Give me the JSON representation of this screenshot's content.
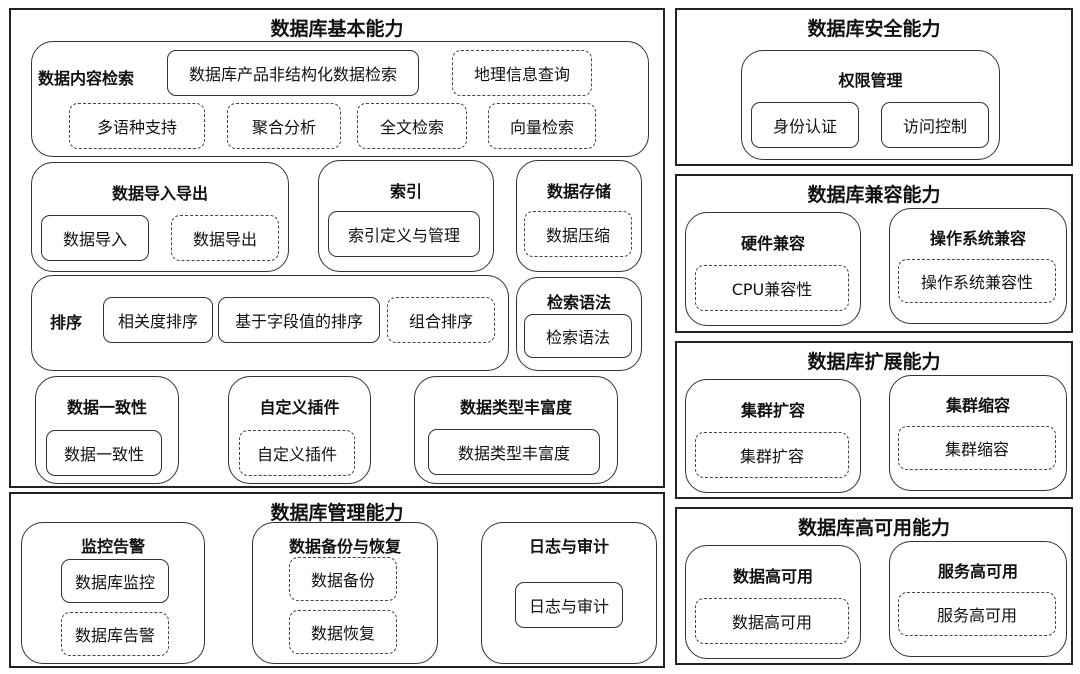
{
  "panels": {
    "basic": {
      "title": "数据库基本能力",
      "content_search": {
        "label": "数据内容检索",
        "unstructured": "数据库产品非结构化数据检索",
        "geo": "地理信息查询",
        "multilang": "多语种支持",
        "aggregation": "聚合分析",
        "fulltext": "全文检索",
        "vector": "向量检索"
      },
      "import_export": {
        "label": "数据导入导出",
        "import": "数据导入",
        "export": "数据导出"
      },
      "index": {
        "label": "索引",
        "item": "索引定义与管理"
      },
      "storage": {
        "label": "数据存储",
        "item": "数据压缩"
      },
      "sort": {
        "label": "排序",
        "relevance": "相关度排序",
        "field": "基于字段值的排序",
        "combined": "组合排序"
      },
      "query_syntax": {
        "label": "检索语法",
        "item": "检索语法"
      },
      "consistency": {
        "label": "数据一致性",
        "item": "数据一致性"
      },
      "plugin": {
        "label": "自定义插件",
        "item": "自定义插件"
      },
      "datatype": {
        "label": "数据类型丰富度",
        "item": "数据类型丰富度"
      }
    },
    "management": {
      "title": "数据库管理能力",
      "monitor": {
        "label": "监控告警",
        "monitor_item": "数据库监控",
        "alert_item": "数据库告警"
      },
      "backup": {
        "label": "数据备份与恢复",
        "backup_item": "数据备份",
        "restore_item": "数据恢复"
      },
      "audit": {
        "label": "日志与审计",
        "item": "日志与审计"
      }
    },
    "security": {
      "title": "数据库安全能力",
      "permission": {
        "label": "权限管理",
        "auth": "身份认证",
        "access": "访问控制"
      }
    },
    "compat": {
      "title": "数据库兼容能力",
      "hardware": {
        "label": "硬件兼容",
        "item": "CPU兼容性"
      },
      "os": {
        "label": "操作系统兼容",
        "item": "操作系统兼容性"
      }
    },
    "scale": {
      "title": "数据库扩展能力",
      "scale_out": {
        "label": "集群扩容",
        "item": "集群扩容"
      },
      "scale_in": {
        "label": "集群缩容",
        "item": "集群缩容"
      }
    },
    "ha": {
      "title": "数据库高可用能力",
      "data_ha": {
        "label": "数据高可用",
        "item": "数据高可用"
      },
      "service_ha": {
        "label": "服务高可用",
        "item": "服务高可用"
      }
    }
  }
}
